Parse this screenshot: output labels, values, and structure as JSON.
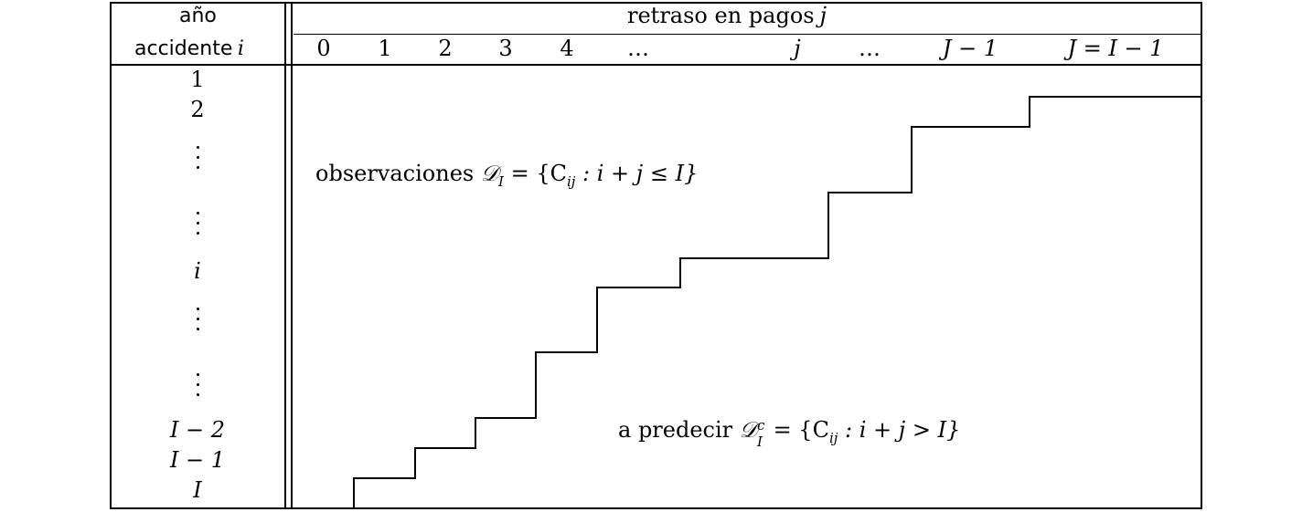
{
  "header": {
    "year_line1": "año",
    "year_line2_text": "accidente",
    "year_line2_var": "i",
    "delay_text": "retraso en pagos",
    "delay_var": "j"
  },
  "columns": [
    "0",
    "1",
    "2",
    "3",
    "4",
    "…",
    "j",
    "…",
    "J − 1",
    "J = I − 1"
  ],
  "rows": [
    "1",
    "2",
    "⋮",
    "⋮",
    "i",
    "⋮",
    "⋮",
    "I − 2",
    "I − 1",
    "I"
  ],
  "regions": {
    "observed_text": "observaciones",
    "observed_formula": {
      "D": "𝒟",
      "sub": "I",
      "rest": " = {C",
      "sub2": "ij",
      "cond": " : i + j ≤ I}"
    },
    "predict_text": "a predecir",
    "predict_formula": {
      "D": "𝒟",
      "sup": "c",
      "sub": "I",
      "rest": " = {C",
      "sub2": "ij",
      "cond": " : i + j > I}"
    }
  }
}
